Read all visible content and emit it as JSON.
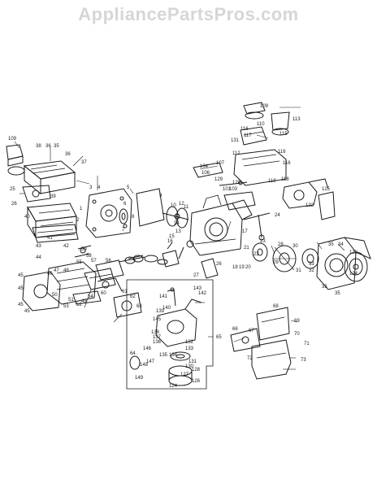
{
  "watermark": "AppliancePartsPros.com",
  "colors": {
    "ink": "#1a1a1a",
    "watermark": "#d6d6d6",
    "background": "#ffffff"
  },
  "callouts": [
    "1",
    "2",
    "3",
    "4",
    "5",
    "6",
    "7",
    "8",
    "9",
    "10",
    "11",
    "12",
    "13",
    "14",
    "15",
    "16",
    "17",
    "18",
    "19",
    "20",
    "21",
    "22",
    "23",
    "24",
    "25",
    "26",
    "27",
    "28",
    "29",
    "30",
    "31",
    "32",
    "33",
    "34",
    "35",
    "36",
    "37",
    "38",
    "39",
    "40",
    "41",
    "42",
    "43",
    "44",
    "45",
    "46",
    "47",
    "48",
    "49",
    "50",
    "51",
    "52",
    "53",
    "54",
    "55",
    "56",
    "57",
    "58",
    "59",
    "60",
    "61",
    "62",
    "63",
    "64",
    "65",
    "66",
    "67",
    "68",
    "69",
    "70",
    "71",
    "72",
    "73",
    "100",
    "101",
    "103",
    "104",
    "106",
    "107",
    "108",
    "109",
    "110",
    "111",
    "112",
    "113",
    "114",
    "115",
    "116",
    "117",
    "118",
    "119",
    "120",
    "121",
    "122",
    "123",
    "124",
    "125",
    "126",
    "127",
    "128",
    "129",
    "130",
    "131",
    "132",
    "133",
    "134",
    "135",
    "136",
    "137",
    "138",
    "139",
    "140",
    "141",
    "142",
    "143",
    "144",
    "145",
    "146",
    "147",
    "148",
    "149"
  ]
}
